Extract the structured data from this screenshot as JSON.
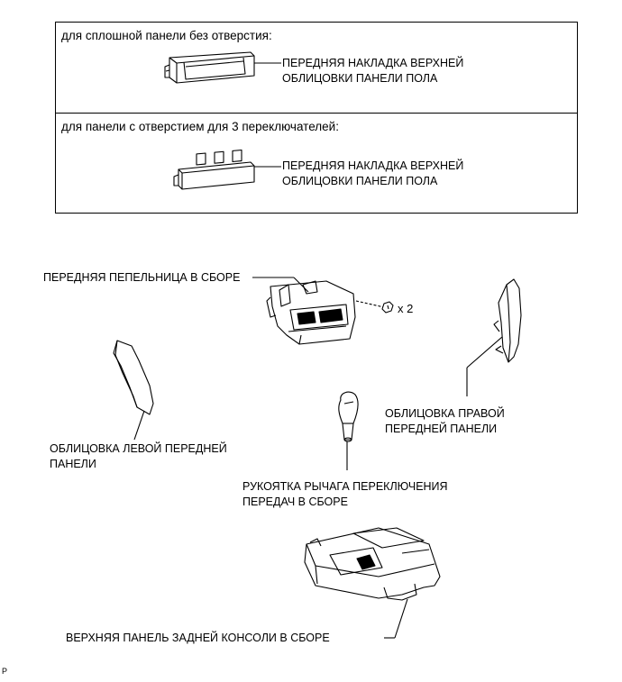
{
  "variants": [
    {
      "condition": "для сплошной панели без отверстия:",
      "part_label_line1": "ПЕРЕДНЯЯ НАКЛАДКА ВЕРХНЕЙ",
      "part_label_line2": "ОБЛИЦОВКИ ПАНЕЛИ ПОЛА"
    },
    {
      "condition": "для панели с отверстием для 3 переключателей:",
      "part_label_line1": "ПЕРЕДНЯЯ НАКЛАДКА ВЕРХНЕЙ",
      "part_label_line2": "ОБЛИЦОВКИ ПАНЕЛИ ПОЛА"
    }
  ],
  "parts": {
    "ashtray": "ПЕРЕДНЯЯ ПЕПЕЛЬНИЦА В СБОРЕ",
    "screw_qty": "x 2",
    "right_panel_line1": "ОБЛИЦОВКА ПРАВОЙ",
    "right_panel_line2": "ПЕРЕДНЕЙ ПАНЕЛИ",
    "left_panel_line1": "ОБЛИЦОВКА ЛЕВОЙ ПЕРЕДНЕЙ",
    "left_panel_line2": "ПАНЕЛИ",
    "shift_knob_line1": "РУКОЯТКА РЫЧАГА ПЕРЕКЛЮЧЕНИЯ",
    "shift_knob_line2": "ПЕРЕДАЧ В СБОРЕ",
    "rear_console": "ВЕРХНЯЯ ПАНЕЛЬ ЗАДНЕЙ КОНСОЛИ В СБОРЕ"
  },
  "footer_mark": "P"
}
